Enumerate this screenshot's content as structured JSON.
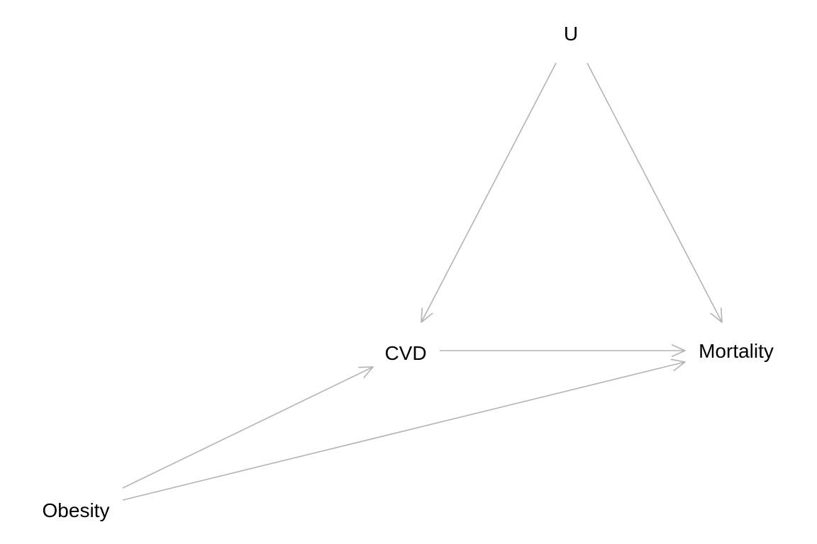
{
  "diagram": {
    "nodes": {
      "u": {
        "label": "U"
      },
      "cvd": {
        "label": "CVD"
      },
      "mortality": {
        "label": "Mortality"
      },
      "obesity": {
        "label": "Obesity"
      }
    },
    "edges": [
      {
        "from": "u",
        "to": "cvd"
      },
      {
        "from": "u",
        "to": "mortality"
      },
      {
        "from": "cvd",
        "to": "mortality"
      },
      {
        "from": "obesity",
        "to": "cvd"
      },
      {
        "from": "obesity",
        "to": "mortality"
      }
    ],
    "edge_color": "#b3b3b3",
    "label_color": "#000000",
    "background": "#ffffff"
  }
}
